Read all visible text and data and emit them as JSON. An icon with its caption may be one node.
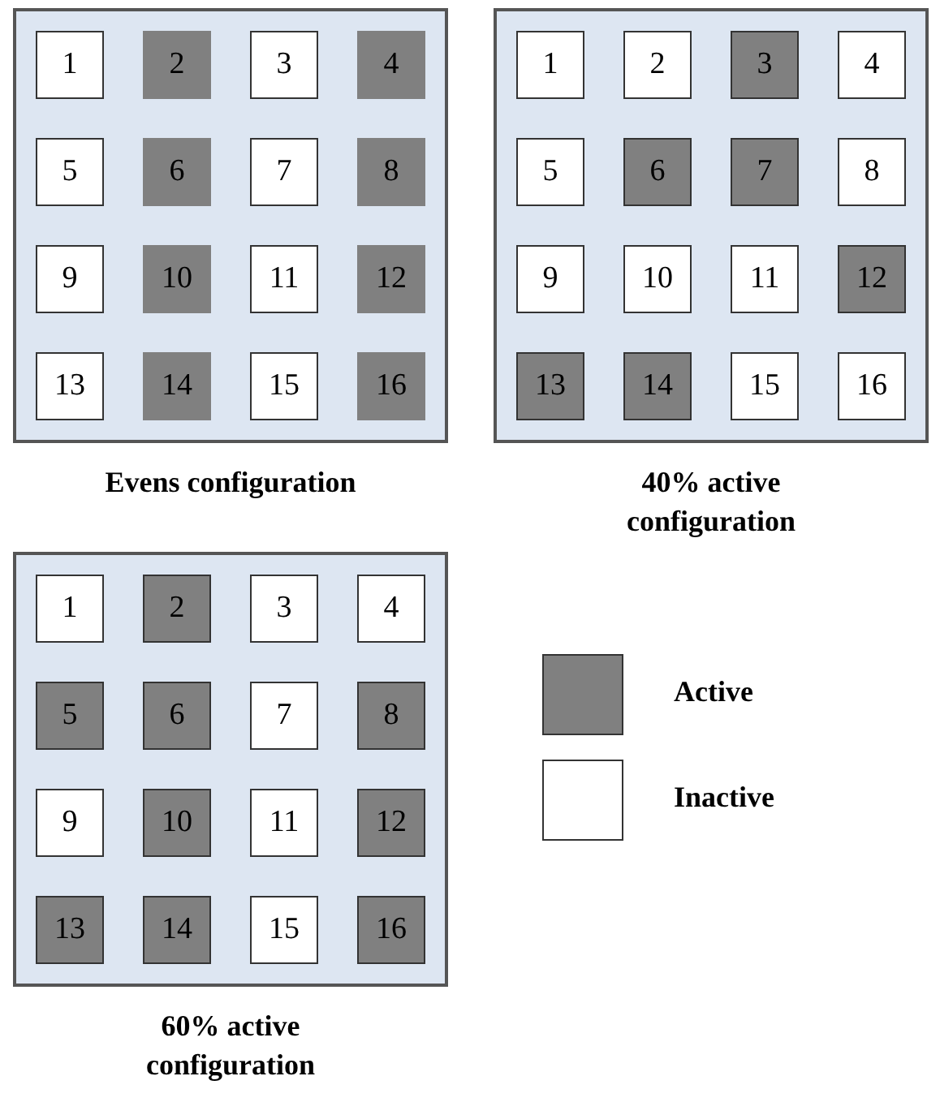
{
  "diagram": {
    "nodes": [
      {
        "text": [
          "Evens configuration"
        ]
      },
      {
        "text": [
          "1"
        ],
        "in": 0
      },
      {
        "text": [
          "2"
        ],
        "in": 0
      },
      {
        "text": [
          "3"
        ],
        "in": 0
      },
      {
        "text": [
          "4"
        ],
        "in": 0
      },
      {
        "text": [
          "5"
        ],
        "in": 0
      },
      {
        "text": [
          "6"
        ],
        "in": 0
      },
      {
        "text": [
          "7"
        ],
        "in": 0
      },
      {
        "text": [
          "8"
        ],
        "in": 0
      },
      {
        "text": [
          "9"
        ],
        "in": 0
      },
      {
        "text": [
          "10"
        ],
        "in": 0
      },
      {
        "text": [
          "11"
        ],
        "in": 0
      },
      {
        "text": [
          "12"
        ],
        "in": 0
      },
      {
        "text": [
          "13"
        ],
        "in": 0
      },
      {
        "text": [
          "14"
        ],
        "in": 0
      },
      {
        "text": [
          "15"
        ],
        "in": 0
      },
      {
        "text": [
          "16"
        ],
        "in": 0
      },
      {
        "text": [
          "40% active configuration"
        ]
      },
      {
        "text": [
          "1"
        ],
        "in": 17
      },
      {
        "text": [
          "2"
        ],
        "in": 17
      },
      {
        "text": [
          "3"
        ],
        "in": 17
      },
      {
        "text": [
          "4"
        ],
        "in": 17
      },
      {
        "text": [
          "5"
        ],
        "in": 17
      },
      {
        "text": [
          "6"
        ],
        "in": 17
      },
      {
        "text": [
          "7"
        ],
        "in": 17
      },
      {
        "text": [
          "8"
        ],
        "in": 17
      },
      {
        "text": [
          "9"
        ],
        "in": 17
      },
      {
        "text": [
          "10"
        ],
        "in": 17
      },
      {
        "text": [
          "11"
        ],
        "in": 17
      },
      {
        "text": [
          "12"
        ],
        "in": 17
      },
      {
        "text": [
          "13"
        ],
        "in": 17
      },
      {
        "text": [
          "14"
        ],
        "in": 17
      },
      {
        "text": [
          "15"
        ],
        "in": 17
      },
      {
        "text": [
          "16"
        ],
        "in": 17
      },
      {
        "text": [
          "60% active configuration"
        ]
      },
      {
        "text": [
          "1"
        ],
        "in": 34
      },
      {
        "text": [
          "2"
        ],
        "in": 34
      },
      {
        "text": [
          "3"
        ],
        "in": 34
      },
      {
        "text": [
          "4"
        ],
        "in": 34
      },
      {
        "text": [
          "5"
        ],
        "in": 34
      },
      {
        "text": [
          "6"
        ],
        "in": 34
      },
      {
        "text": [
          "7"
        ],
        "in": 34
      },
      {
        "text": [
          "8"
        ],
        "in": 34
      },
      {
        "text": [
          "9"
        ],
        "in": 34
      },
      {
        "text": [
          "10"
        ],
        "in": 34
      },
      {
        "text": [
          "11"
        ],
        "in": 34
      },
      {
        "text": [
          "12"
        ],
        "in": 34
      },
      {
        "text": [
          "13"
        ],
        "in": 34
      },
      {
        "text": [
          "14"
        ],
        "in": 34
      },
      {
        "text": [
          "15"
        ],
        "in": 34
      },
      {
        "text": [
          "16"
        ],
        "in": 34
      }
    ],
    "legend": [
      {
        "text": "Active",
        "color": "#808080"
      },
      {
        "text": "Inactive",
        "color": "#ffffff"
      }
    ]
  }
}
